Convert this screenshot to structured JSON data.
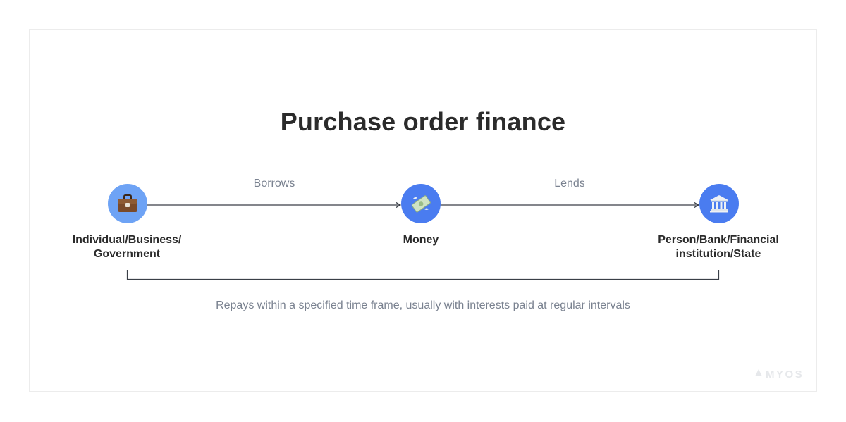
{
  "title": "Purchase order finance",
  "flow": {
    "borrows_label": "Borrows",
    "lends_label": "Lends"
  },
  "nodes": [
    {
      "icon": "briefcase-icon",
      "color": "#6ea3f5",
      "label_line1": "Individual/Business/",
      "label_line2": "Government"
    },
    {
      "icon": "money-icon",
      "color": "#4a7cf0",
      "label_line1": "Money",
      "label_line2": ""
    },
    {
      "icon": "bank-icon",
      "color": "#4a7cf0",
      "label_line1": "Person/Bank/Financial",
      "label_line2": "institution/State"
    }
  ],
  "caption": "Repays within a specified time frame, usually with interests paid at regular intervals",
  "brand": {
    "name": "MYOS",
    "color": "#e6e8eb"
  }
}
